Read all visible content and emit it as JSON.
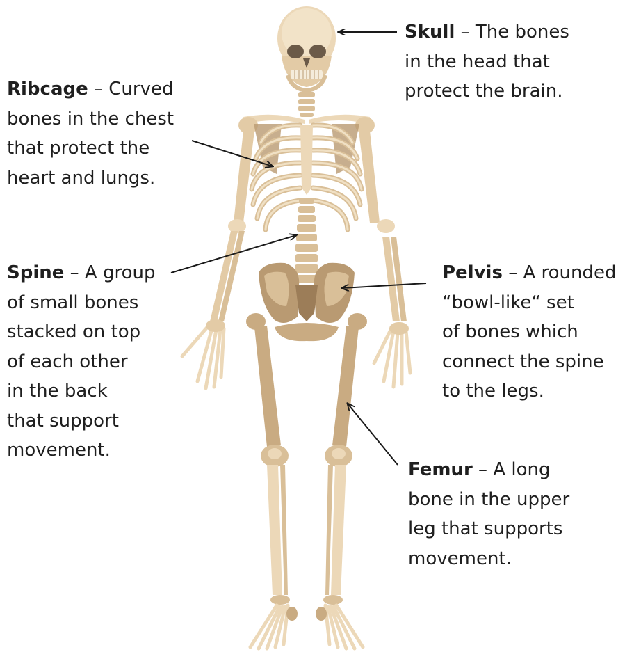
{
  "labels": {
    "skull": {
      "term": "Skull",
      "lines": [
        " – The bones",
        "in the head that",
        "protect the brain."
      ]
    },
    "ribcage": {
      "term": "Ribcage",
      "lines": [
        " – Curved",
        "bones in the chest",
        "that protect the",
        "heart and lungs."
      ]
    },
    "spine": {
      "term": "Spine",
      "lines": [
        " – A group",
        "of small bones",
        "stacked on top",
        "of each other",
        "in the back",
        "that support",
        "movement."
      ]
    },
    "pelvis": {
      "term": "Pelvis",
      "lines": [
        " – A rounded",
        "“bowl-like“ set",
        "of bones which",
        "connect the spine",
        "to the legs."
      ]
    },
    "femur": {
      "term": "Femur",
      "lines": [
        " – A long",
        "bone in the upper",
        "leg that supports",
        "movement."
      ]
    }
  },
  "colors": {
    "bone_light": "#ecd8b8",
    "bone_mid": "#d9bf98",
    "bone_dark": "#b99a72",
    "bone_shadow": "#9c7d58",
    "skull_cavity": "#6b5a48",
    "arrow": "#1a1a1a",
    "text": "#1f1f1f"
  }
}
